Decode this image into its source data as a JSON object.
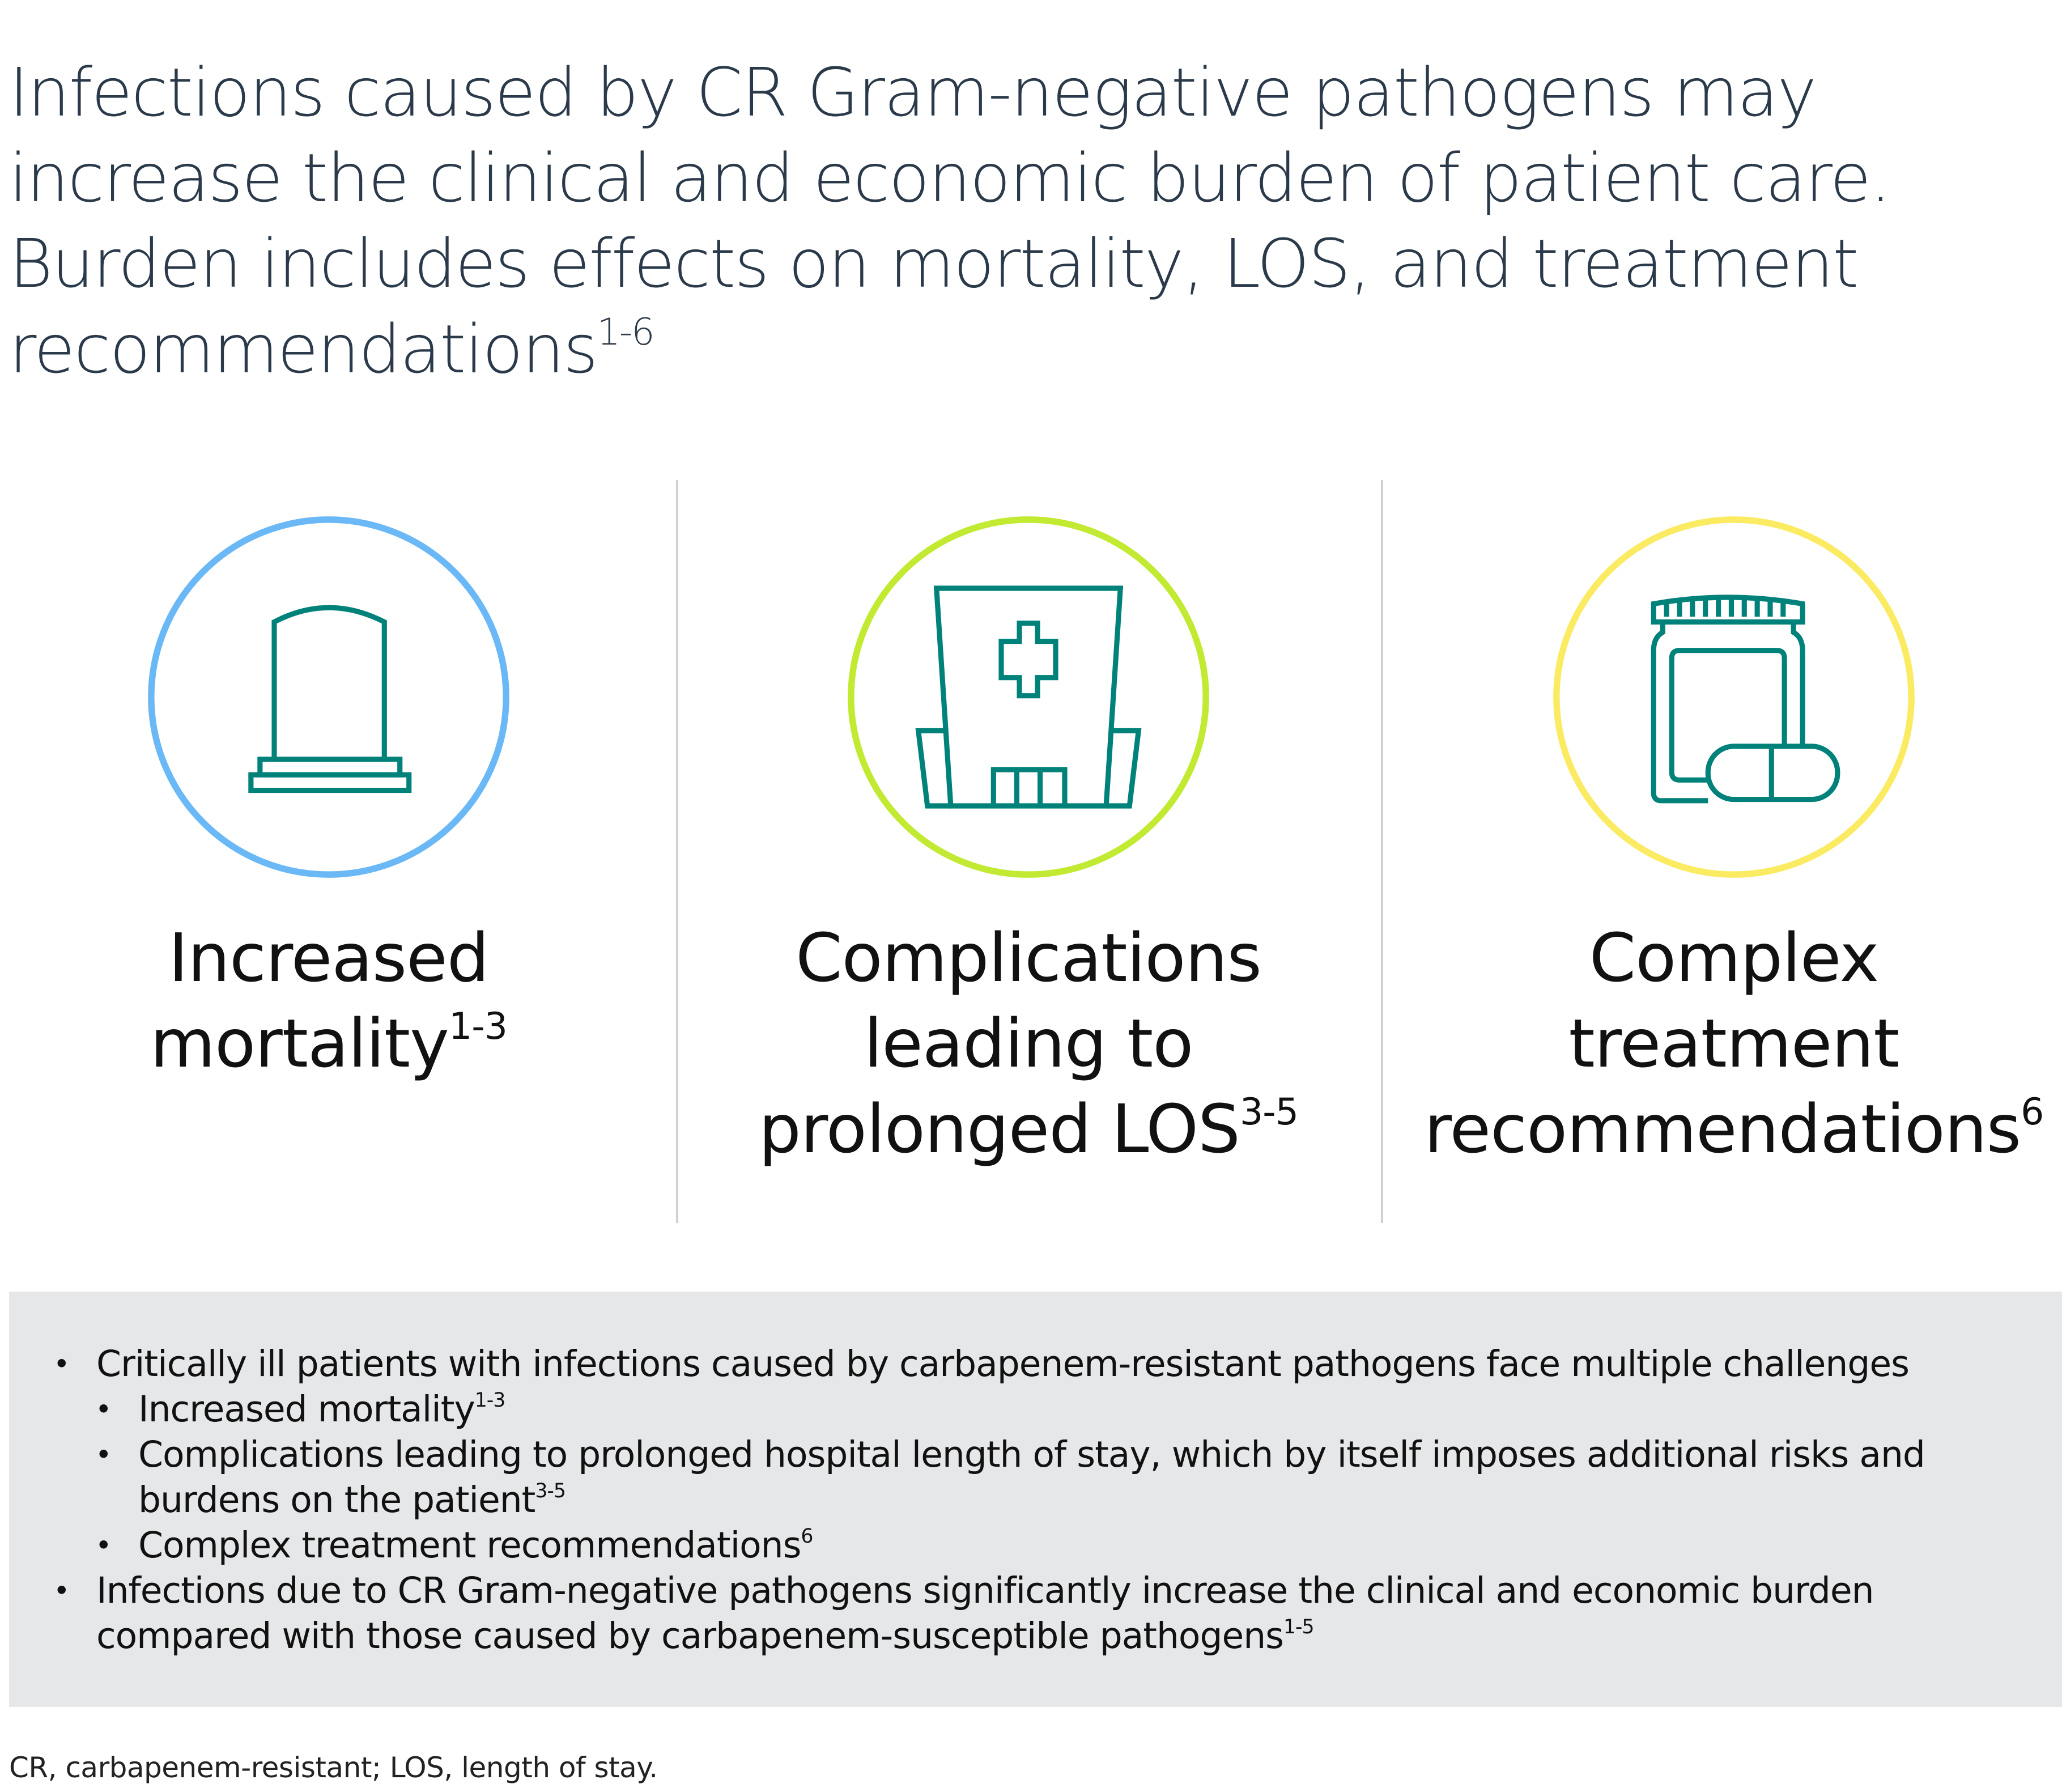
{
  "title": {
    "text": "Infections caused by CR Gram-negative pathogens may increase the clinical and economic burden of patient care. Burden includes effects on mortality, LOS, and treatment recommendations",
    "sup": "1-6"
  },
  "columns": [
    {
      "icon": "tombstone-icon",
      "ring_color": "#6bb8f6",
      "line1": "Increased",
      "line2": "mortality",
      "sup": "1-3"
    },
    {
      "icon": "hospital-icon",
      "ring_color": "#c2ea33",
      "line1": "Complications",
      "line2": "leading to",
      "line3": "prolonged LOS",
      "sup": "3-5"
    },
    {
      "icon": "medicine-bottle-icon",
      "ring_color": "#fbeb62",
      "line1": "Complex",
      "line2": "treatment",
      "line3": "recommendations",
      "sup": "6"
    }
  ],
  "icon_color": "#00827a",
  "box": {
    "bullets": [
      {
        "text": "Critically ill patients with infections caused by carbapenem-resistant pathogens face multiple challenges",
        "sup": ""
      },
      {
        "text": "Increased mortality",
        "sup": "1-3"
      },
      {
        "text": "Complications leading to prolonged hospital length of stay, which by itself imposes additional risks and burdens on the patient",
        "sup": "3-5"
      },
      {
        "text": "Complex treatment recommendations",
        "sup": "6"
      },
      {
        "text": "Infections due to CR Gram-negative pathogens significantly increase the clinical and economic burden compared with those caused by carbapenem-susceptible pathogens",
        "sup": "1-5"
      }
    ],
    "bullet_char": "•"
  },
  "footer": "CR, carbapenem-resistant; LOS, length of stay."
}
